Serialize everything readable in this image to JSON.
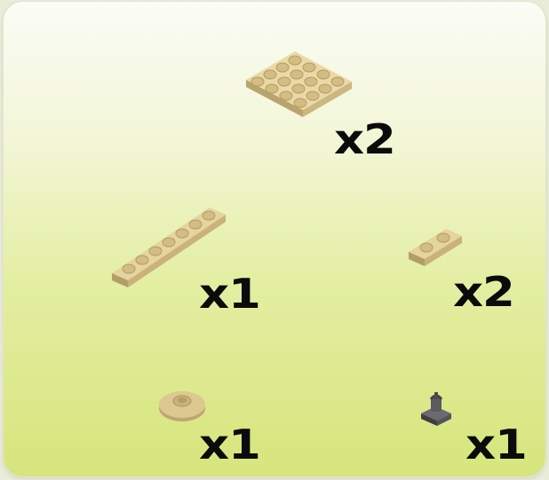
{
  "parts": [
    {
      "id": "plate-4x4",
      "color": "#d9c58e",
      "quantity": "x2"
    },
    {
      "id": "plate-1x8",
      "color": "#d9c58e",
      "quantity": "x1"
    },
    {
      "id": "plate-1x2",
      "color": "#d9c58e",
      "quantity": "x2"
    },
    {
      "id": "round-plate-1x2-with-stud",
      "color": "#d9c58e",
      "quantity": "x1"
    },
    {
      "id": "tile-1x1-with-clip",
      "color": "#5b5b60",
      "quantity": "x1"
    }
  ]
}
